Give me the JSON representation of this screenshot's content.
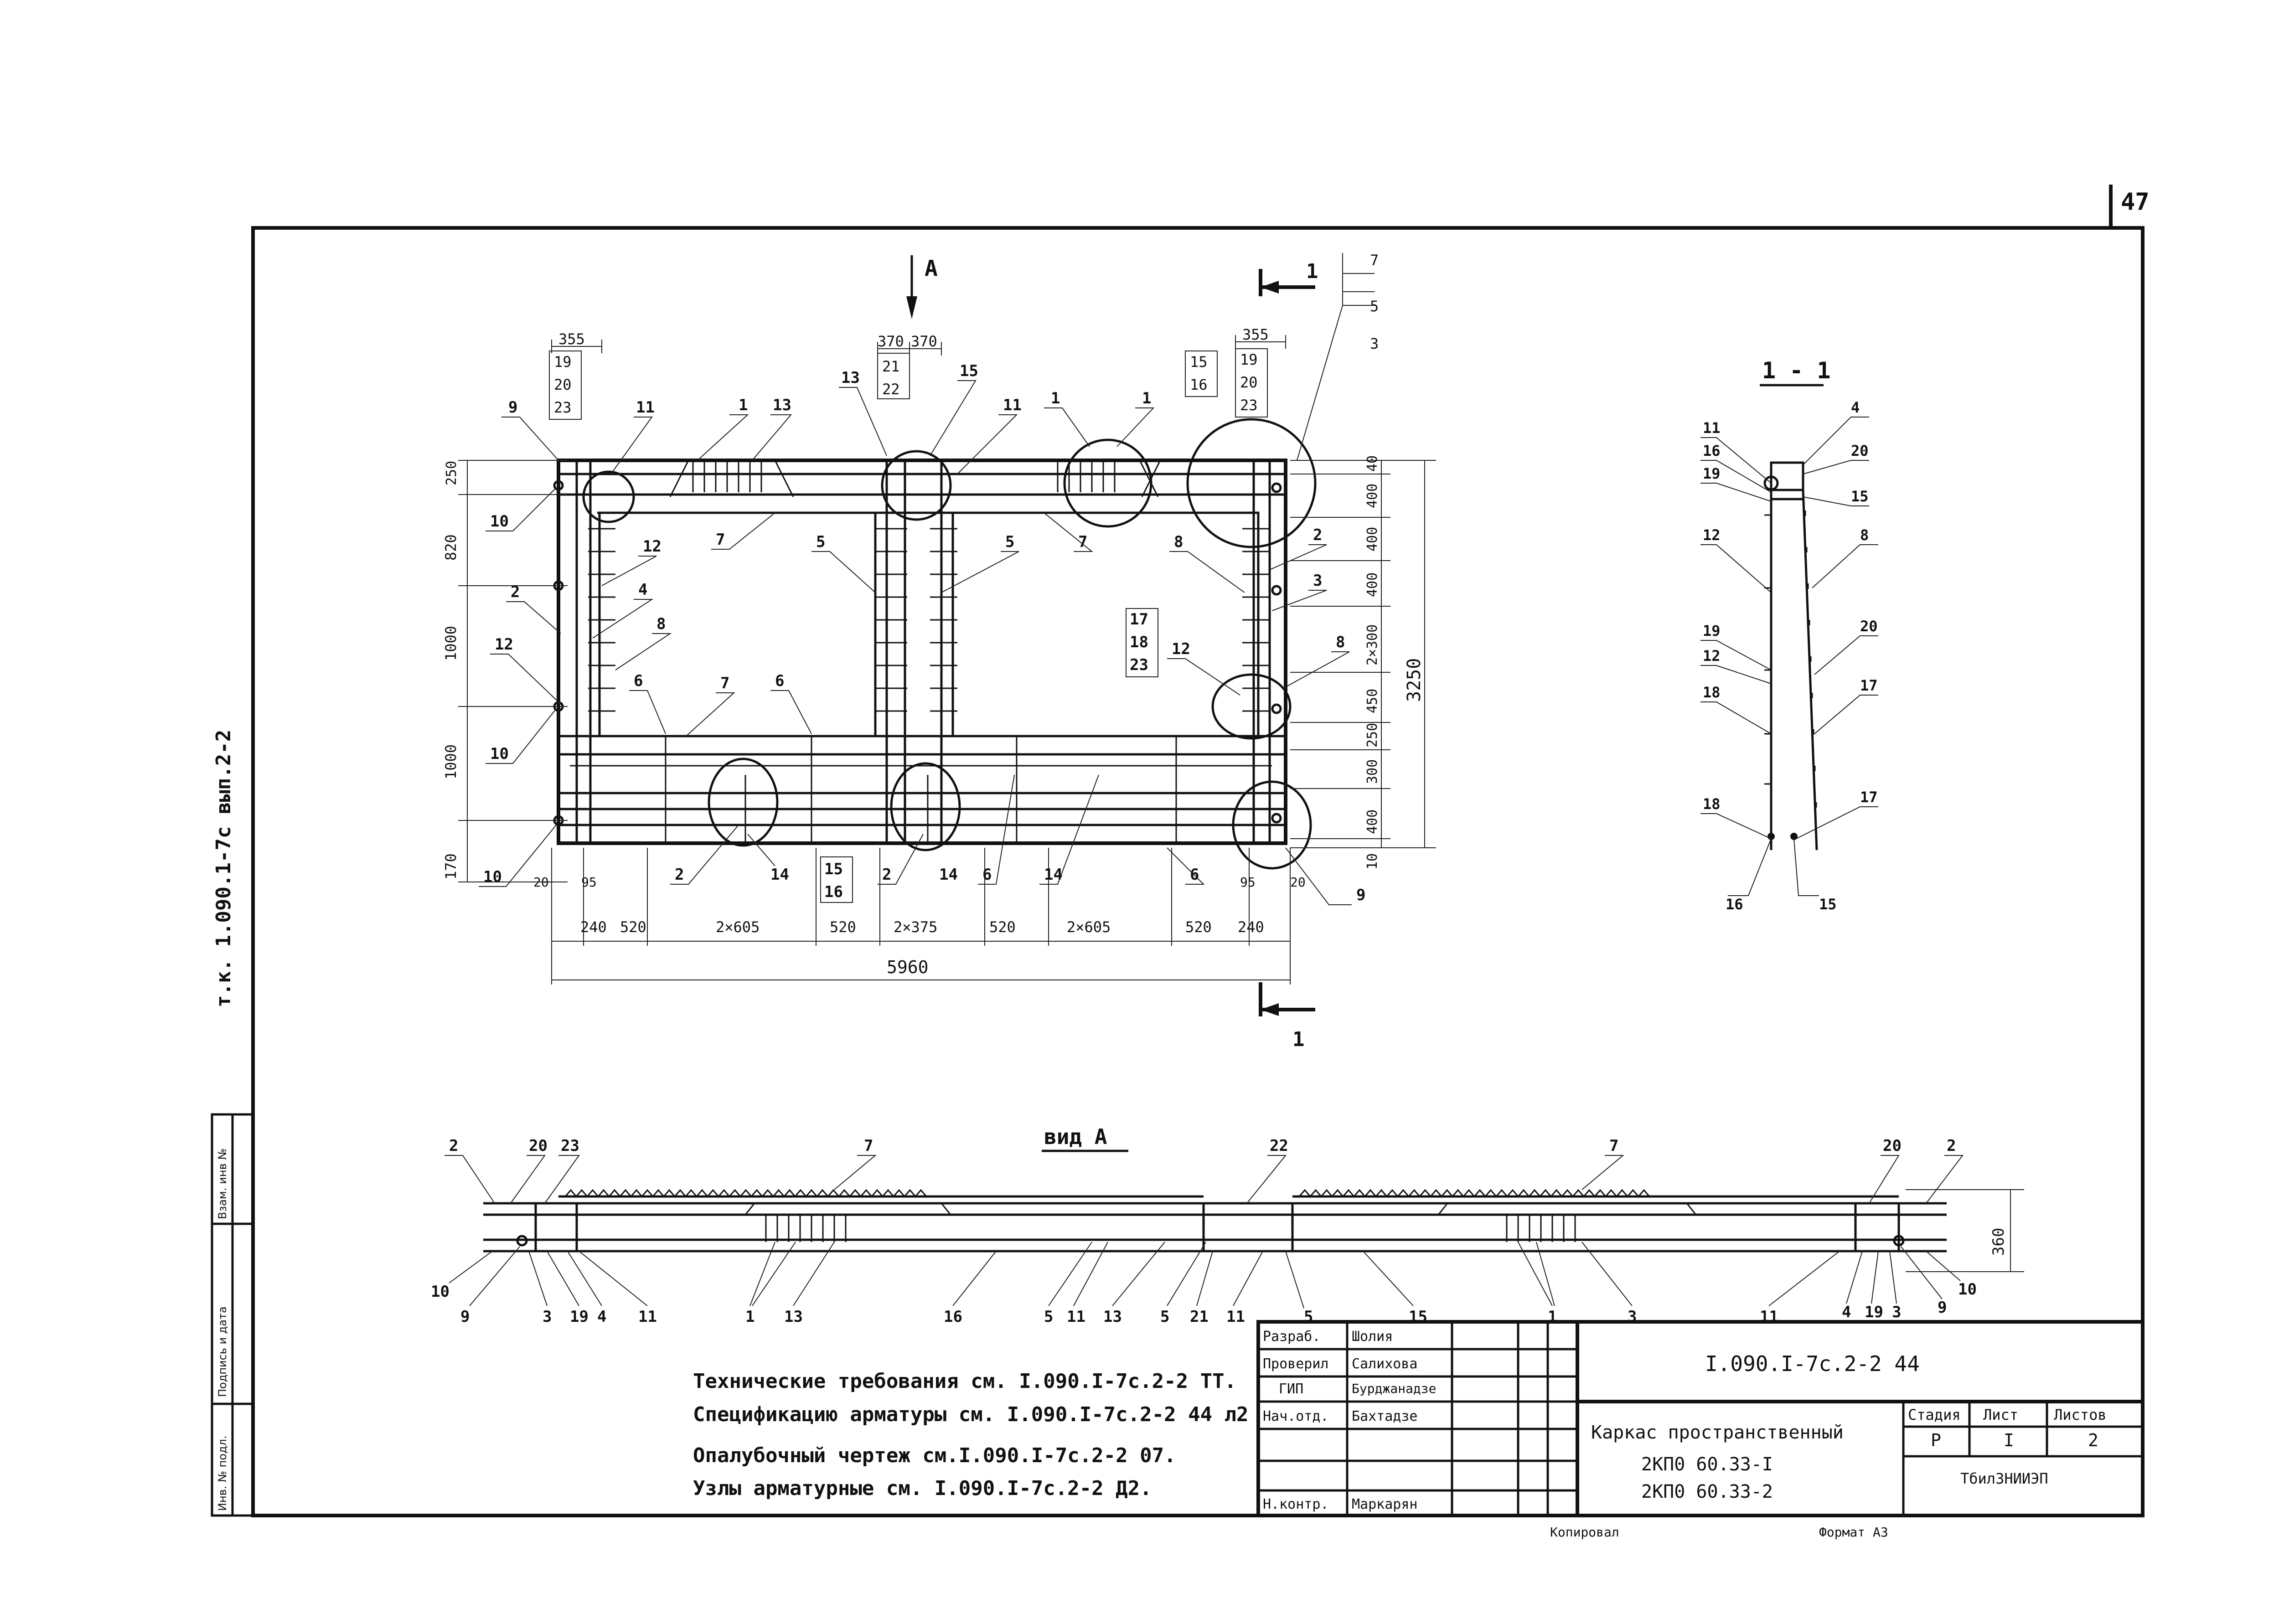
{
  "page_number": "47",
  "left_margin": {
    "album": "т.к. 1.090.1-7с вып.2-2",
    "box_inv_ref": "Взам. инв №",
    "box_sign_date": "Подпись и дата",
    "box_inv_orig": "Инв. № подл."
  },
  "plan": {
    "section_mark": "1",
    "view_mark": "А",
    "dims_top": [
      "355",
      "19",
      "20",
      "23",
      "370",
      "370",
      "21",
      "22",
      "15",
      "16",
      "355",
      "19",
      "20",
      "23",
      "7",
      "5",
      "3"
    ],
    "dims_left": [
      "250",
      "820",
      "1000",
      "1000",
      "170"
    ],
    "dims_right": [
      "40",
      "400",
      "400",
      "400",
      "2×300",
      "450",
      "250",
      "300",
      "400",
      "10"
    ],
    "overall_height": "3250",
    "dims_bottom": [
      "240",
      "520",
      "2×605",
      "520",
      "2×375",
      "520",
      "2×605",
      "520",
      "240"
    ],
    "overall_width": "5960",
    "dims_small": [
      "20",
      "95",
      "95",
      "20"
    ],
    "callouts": [
      "9",
      "10",
      "11",
      "1",
      "13",
      "13",
      "15",
      "11",
      "1",
      "1",
      "12",
      "2",
      "4",
      "8",
      "7",
      "5",
      "6",
      "7",
      "6",
      "5",
      "7",
      "8",
      "12",
      "2",
      "3",
      "8",
      "17",
      "18",
      "23",
      "10",
      "12",
      "2",
      "14",
      "15",
      "16",
      "2",
      "14",
      "6",
      "14",
      "6",
      "9",
      "10"
    ]
  },
  "section_1_1": {
    "title": "1 - 1",
    "callouts": [
      "11",
      "16",
      "19",
      "12",
      "19",
      "12",
      "18",
      "18",
      "16",
      "4",
      "20",
      "15",
      "8",
      "20",
      "17",
      "17",
      "15"
    ]
  },
  "view_a": {
    "title": "вид А",
    "height_dim": "360",
    "callouts_top": [
      "2",
      "20",
      "23",
      "7",
      "22",
      "7",
      "20",
      "2"
    ],
    "callouts_bottom": [
      "10",
      "9",
      "3",
      "19",
      "4",
      "11",
      "1",
      "13",
      "16",
      "5",
      "11",
      "13",
      "5",
      "21",
      "11",
      "5",
      "15",
      "1",
      "3",
      "11",
      "4",
      "19",
      "3",
      "9",
      "10"
    ]
  },
  "notes": [
    "Технические требования см. I.090.I-7с.2-2 ТТ.",
    "Спецификацию арматуры см. I.090.I-7с.2-2 44 л2",
    "Опалубочный чертеж см.I.090.I-7с.2-2 07.",
    "Узлы арматурные см. I.090.I-7с.2-2 Д2."
  ],
  "title_block": {
    "roles": [
      {
        "role": "Разраб.",
        "name": "Шолия"
      },
      {
        "role": "Проверил",
        "name": "Салихова"
      },
      {
        "role": "ГИП",
        "name": "Бурджанадзе"
      },
      {
        "role": "Нач.отд.",
        "name": "Бахтадзе"
      },
      {
        "role": "",
        "name": ""
      },
      {
        "role": "",
        "name": ""
      },
      {
        "role": "Н.контр.",
        "name": "Маркарян"
      }
    ],
    "doc_code": "I.090.I-7с.2-2 44",
    "title_line1": "Каркас пространственный",
    "title_line2": "2КП0 60.33-I",
    "title_line3": "2КП0 60.33-2",
    "stage_label": "Стадия",
    "sheet_label": "Лист",
    "sheets_label": "Листов",
    "stage": "Р",
    "sheet": "I",
    "sheets": "2",
    "org": "ТбилЗНИИЭП"
  },
  "footer": {
    "copied": "Копировал",
    "format": "Формат А3"
  }
}
